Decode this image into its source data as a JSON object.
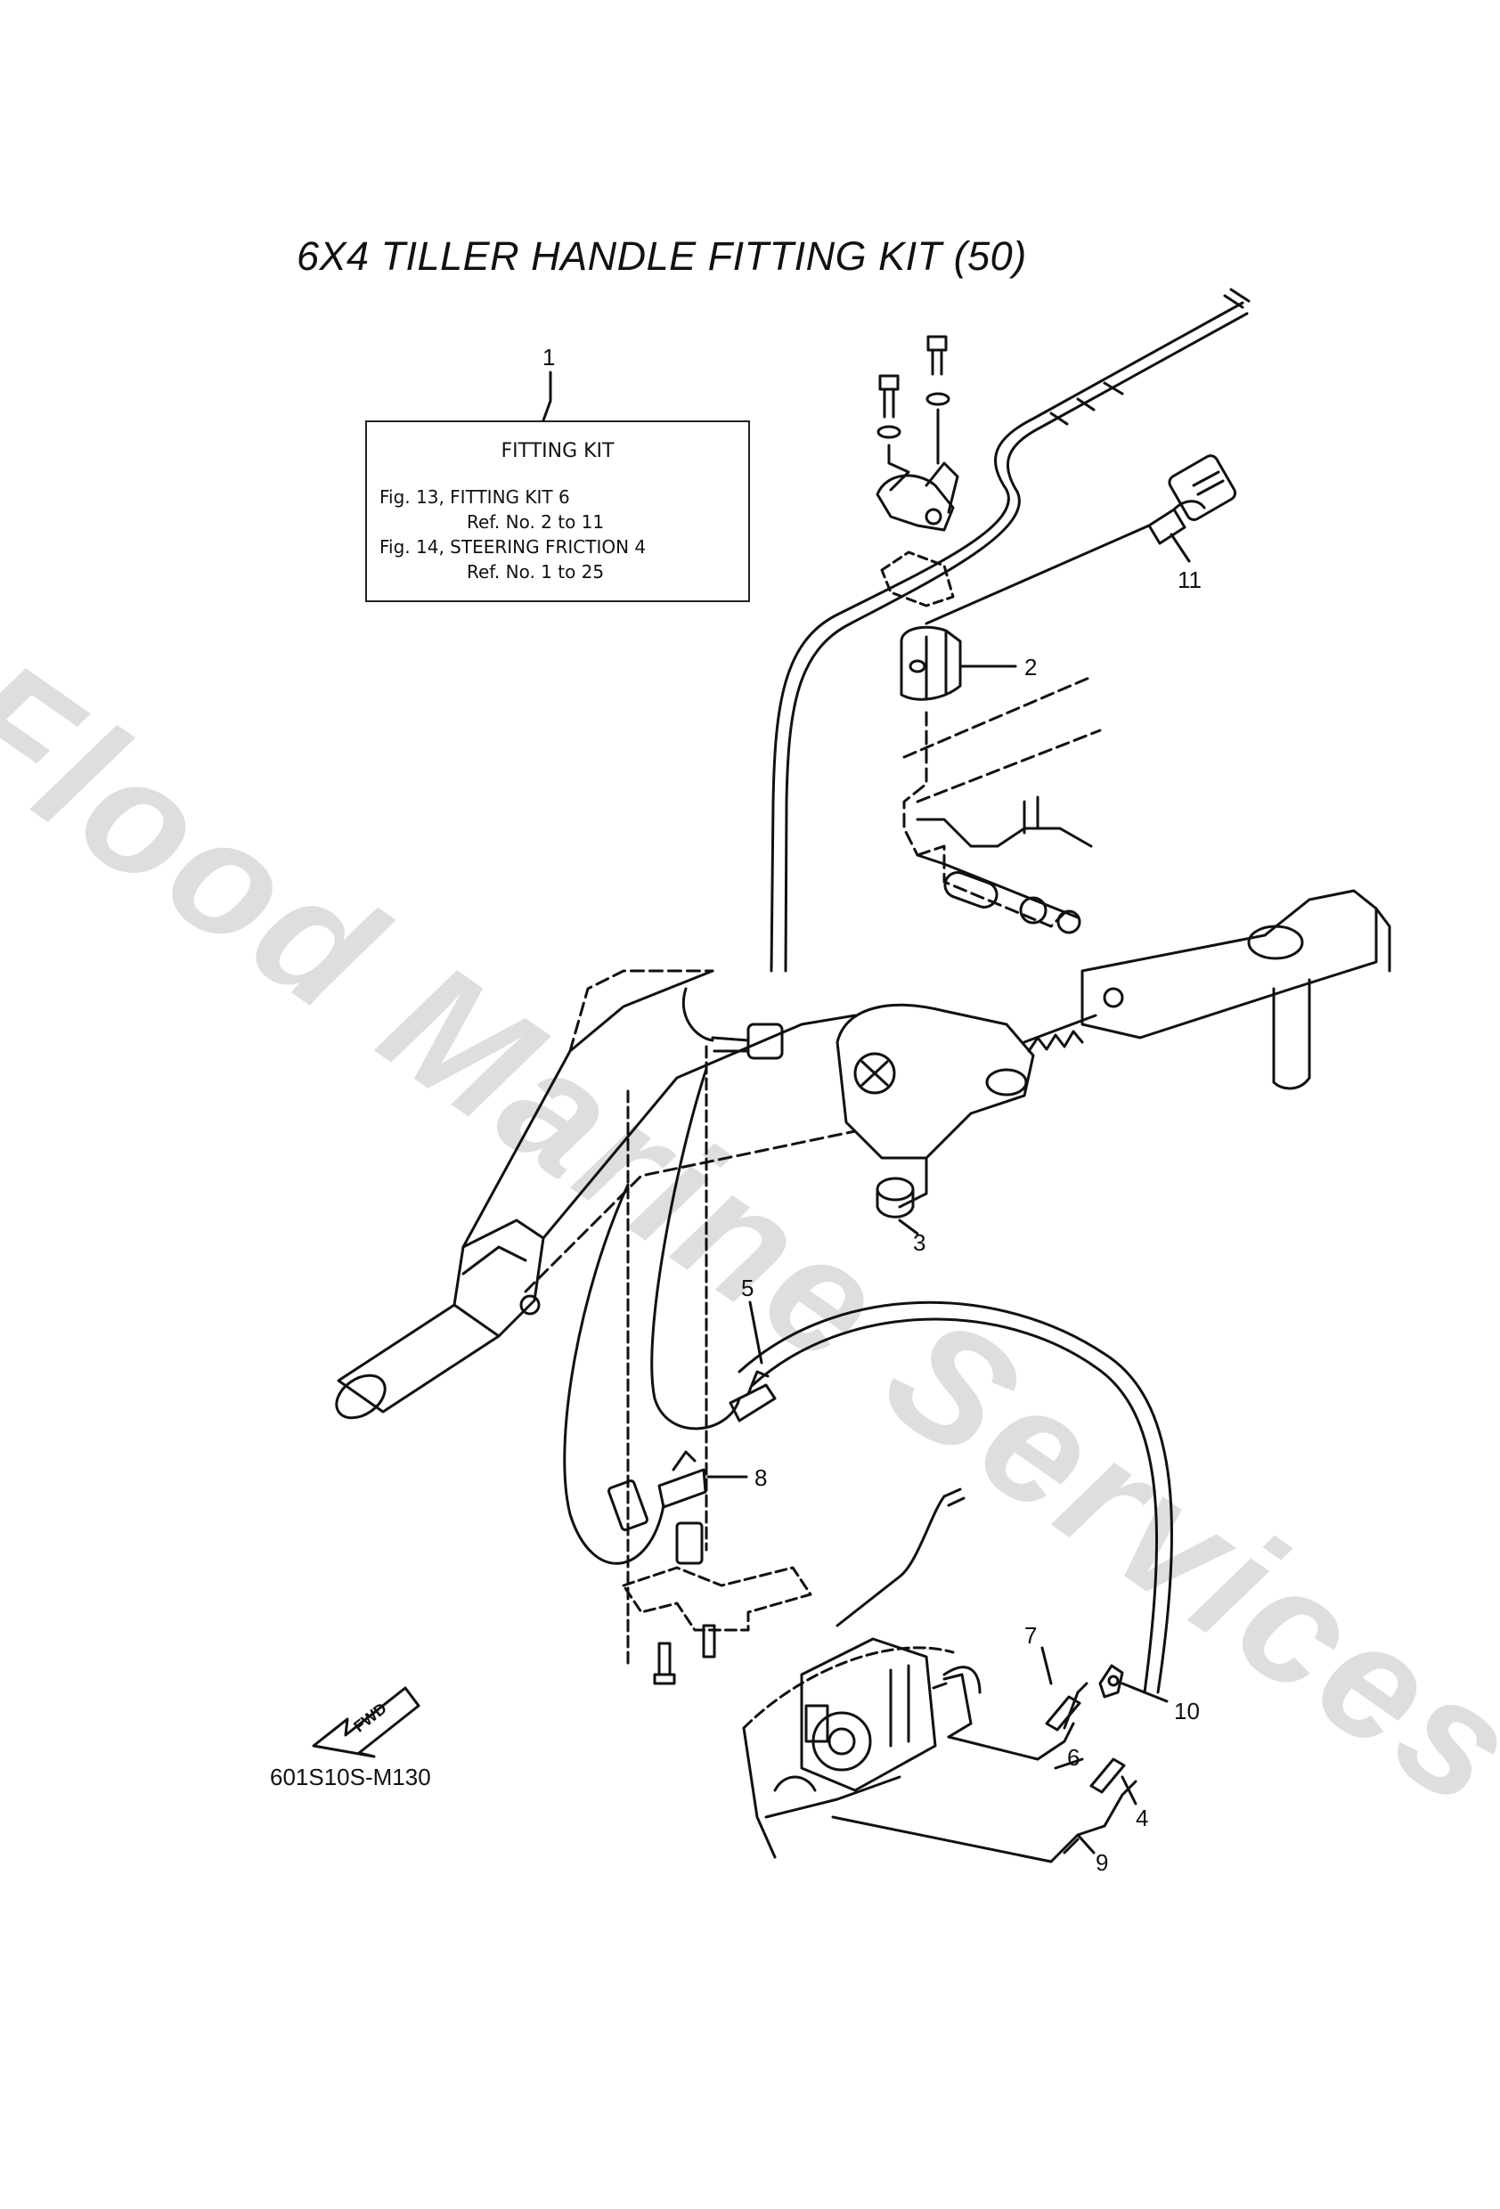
{
  "title": "6X4 TILLER HANDLE FITTING KIT (50)",
  "fitting_kit_box": {
    "heading": "FITTING KIT",
    "line1": "Fig. 13, FITTING KIT 6",
    "line2": "Ref. No. 2 to 11",
    "line3": "Fig. 14, STEERING FRICTION 4",
    "line4": "Ref. No. 1 to 25"
  },
  "callouts": {
    "c1": "1",
    "c2": "2",
    "c3": "3",
    "c4": "4",
    "c5": "5",
    "c6": "6",
    "c7": "7",
    "c8": "8",
    "c9": "9",
    "c10": "10",
    "c11": "11"
  },
  "fwd_label": "FWD",
  "diagram_code": "601S10S-M130",
  "watermark": "Flood Marine Services"
}
